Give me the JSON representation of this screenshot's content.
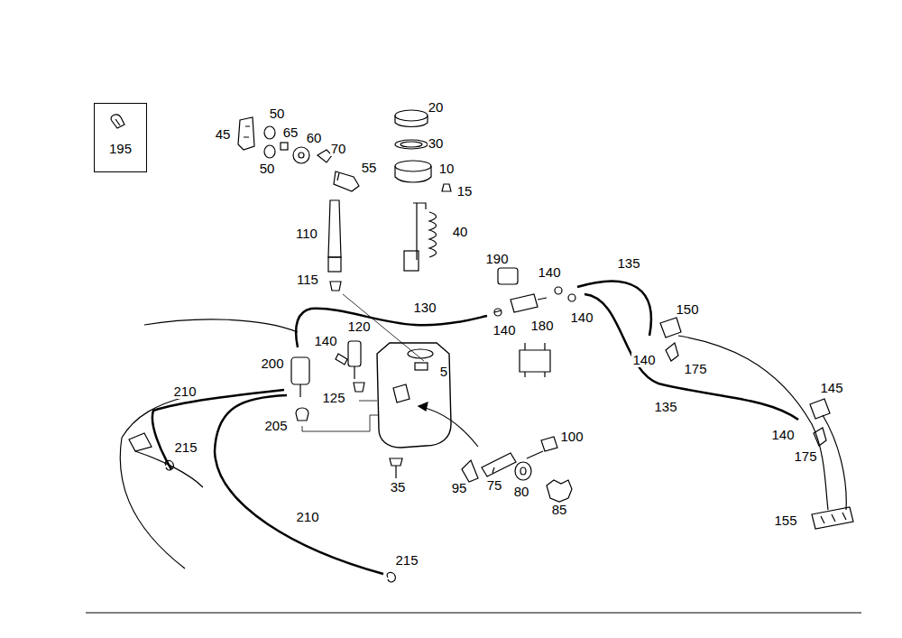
{
  "diagram": {
    "nodes": [
      {
        "text": [
          "195"
        ]
      }
    ],
    "labels": [
      "20",
      "50",
      "45",
      "65",
      "60",
      "30",
      "70",
      "10",
      "50",
      "55",
      "15",
      "110",
      "40",
      "190",
      "140",
      "135",
      "115",
      "130",
      "140",
      "180",
      "140",
      "150",
      "120",
      "140",
      "200",
      "5",
      "140",
      "175",
      "210",
      "125",
      "145",
      "135",
      "205",
      "100",
      "215",
      "140",
      "175",
      "35",
      "95",
      "75",
      "80",
      "85",
      "210",
      "155",
      "215"
    ]
  }
}
